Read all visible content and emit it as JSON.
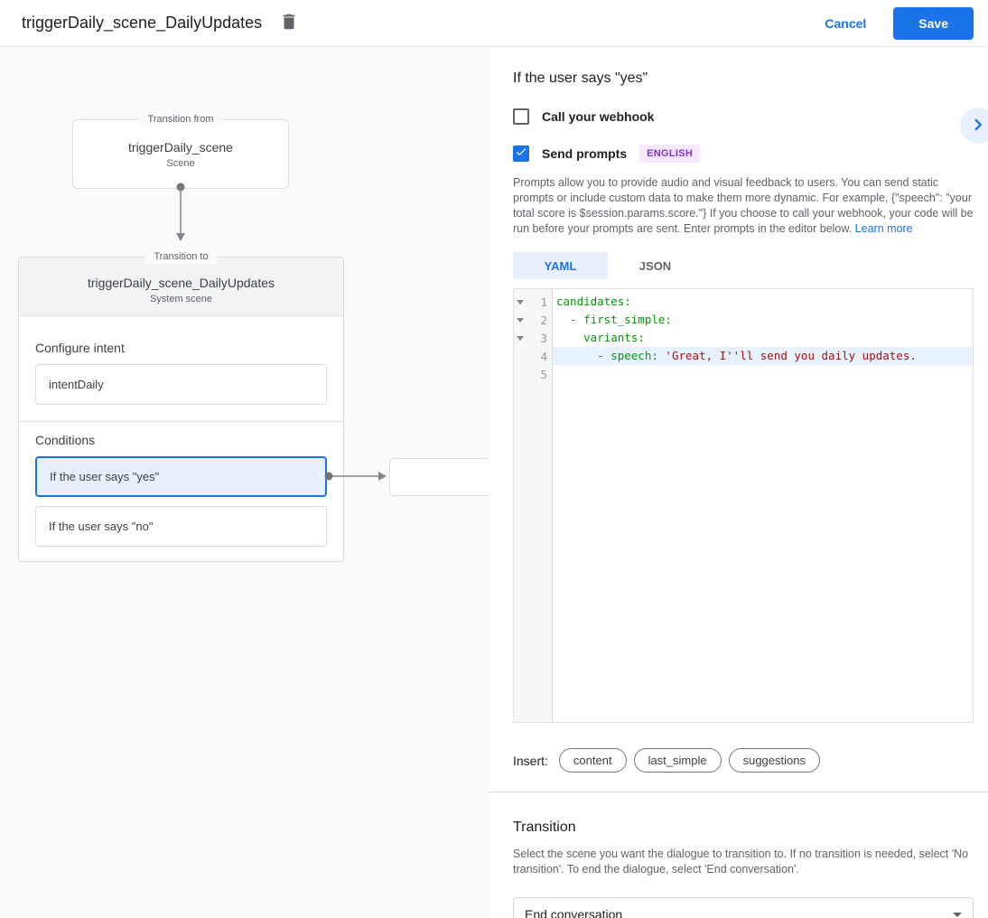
{
  "topbar": {
    "title": "triggerDaily_scene_DailyUpdates",
    "cancel_label": "Cancel",
    "save_label": "Save"
  },
  "diagram": {
    "from_box": {
      "legend": "Transition from",
      "title": "triggerDaily_scene",
      "subtitle": "Scene"
    },
    "to_box": {
      "legend": "Transition to",
      "title": "triggerDaily_scene_DailyUpdates",
      "subtitle": "System scene",
      "configure_intent_label": "Configure intent",
      "intent_value": "intentDaily",
      "conditions_label": "Conditions",
      "conditions": [
        {
          "label": "If the user says \"yes\"",
          "selected": true
        },
        {
          "label": "If the user says \"no\"",
          "selected": false
        }
      ]
    }
  },
  "panel": {
    "heading": "If the user says \"yes\"",
    "webhook_checkbox": {
      "label": "Call your webhook",
      "checked": false
    },
    "prompts_checkbox": {
      "label": "Send prompts",
      "checked": true
    },
    "language_badge": "ENGLISH",
    "description": "Prompts allow you to provide audio and visual feedback to users. You can send static prompts or include custom data to make them more dynamic. For example, {\"speech\": \"your total score is $session.params.score.\"} If you choose to call your webhook, your code will be run before your prompts are sent. Enter prompts in the editor below. ",
    "learn_more_label": "Learn more",
    "tabs": [
      {
        "label": "YAML",
        "active": true
      },
      {
        "label": "JSON",
        "active": false
      }
    ],
    "editor": {
      "lines": [
        {
          "number": "1",
          "foldable": true,
          "active": false,
          "code": "candidates:"
        },
        {
          "number": "2",
          "foldable": true,
          "active": false,
          "code": "  - first_simple:"
        },
        {
          "number": "3",
          "foldable": true,
          "active": false,
          "code": "    variants:"
        },
        {
          "number": "4",
          "foldable": false,
          "active": true,
          "code_key": "      - speech: ",
          "code_string": "'Great, I''ll send you daily updates."
        },
        {
          "number": "5",
          "foldable": false,
          "active": false,
          "code": ""
        }
      ]
    },
    "insert_label": "Insert:",
    "insert_pills": [
      {
        "label": "content"
      },
      {
        "label": "last_simple"
      },
      {
        "label": "suggestions"
      }
    ],
    "transition": {
      "heading": "Transition",
      "description": "Select the scene you want the dialogue to transition to. If no transition is needed, select 'No transition'. To end the dialogue, select 'End conversation'.",
      "select_value": "End conversation"
    }
  },
  "colors": {
    "accent": "#1a73e8",
    "selected_condition_bg": "#e8f0fe",
    "badge_bg": "#f3e8fd",
    "badge_text": "#8430ce",
    "code_key": "#009000",
    "code_string": "#aa1111",
    "active_line_bg": "#e8f2ff"
  }
}
